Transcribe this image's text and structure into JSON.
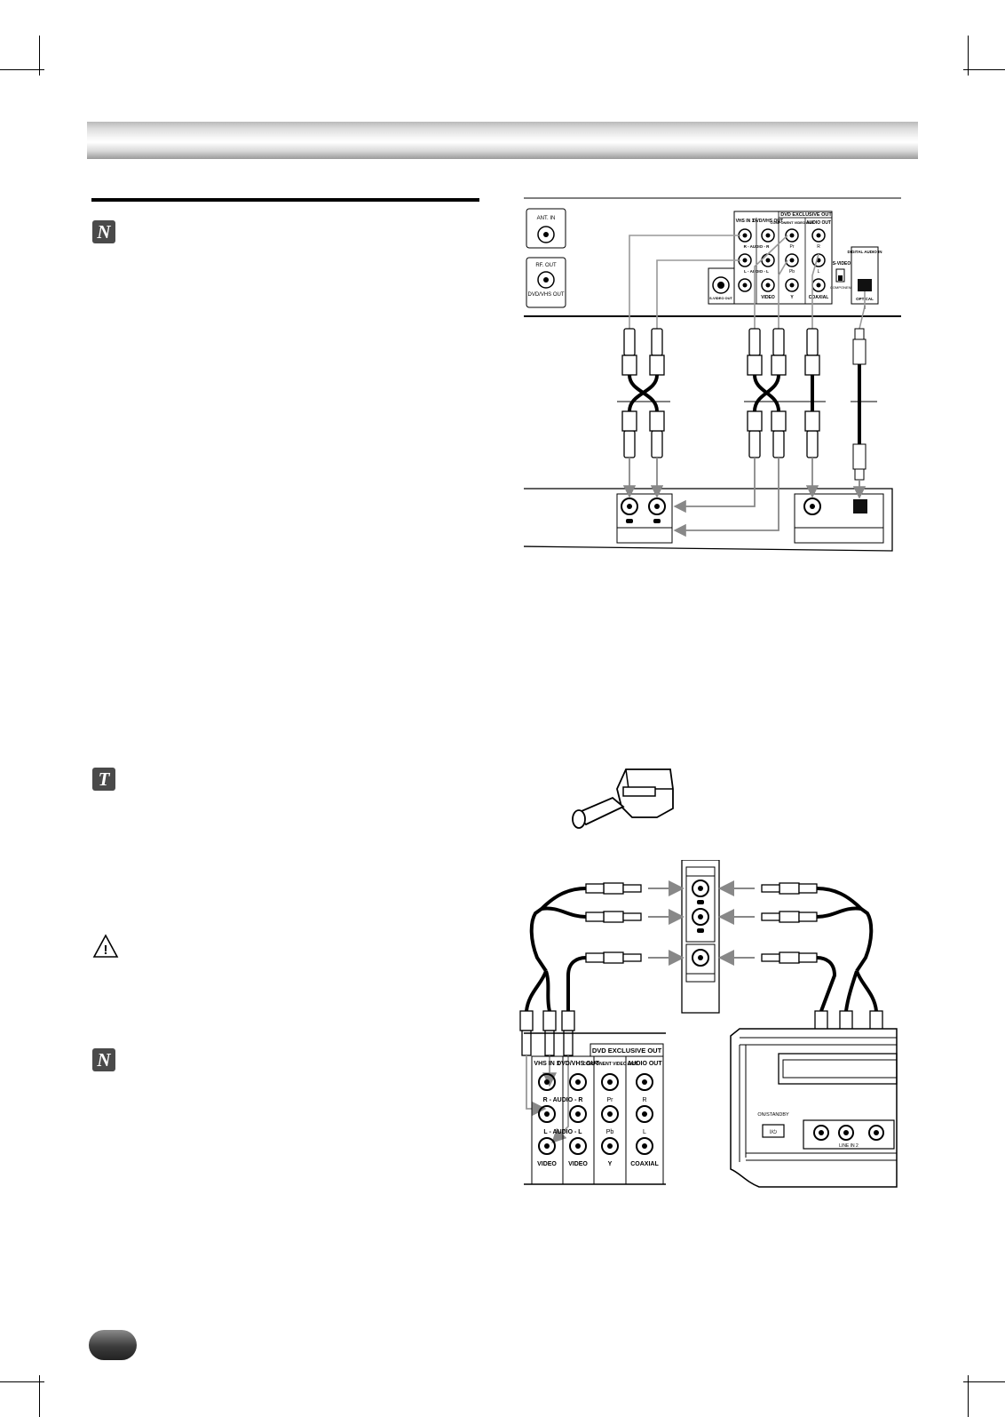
{
  "icons": {
    "note_top": {
      "name": "note-icon",
      "glyph": "N"
    },
    "tip": {
      "name": "tip-icon",
      "glyph": "T"
    },
    "caution": {
      "name": "warning-triangle-icon",
      "glyph": "!"
    },
    "note_bottom": {
      "name": "note-icon",
      "glyph": "N"
    }
  },
  "diagram_top": {
    "jacks": {
      "ant_in": "ANT. IN",
      "rf_out": "RF. OUT",
      "dvd_vhs_out_rf": "DVD/VHS OUT",
      "dvd_exclusive_out": "DVD EXCLUSIVE OUT",
      "vhs_in1": "VHS IN 1",
      "dvd_vhs_out": "DVD/VHS OUT",
      "component_video_out": "COMPONENT VIDEO OUT",
      "audio_out": "AUDIO OUT",
      "r_audio_r": "R - AUDIO - R",
      "l_audio_l": "L - AUDIO - L",
      "s_video_out": "S-VIDEO OUT",
      "video": "VIDEO",
      "pr": "Pr",
      "pb": "Pb",
      "y": "Y",
      "r": "R",
      "l": "L",
      "coaxial": "COAXIAL",
      "s_video": "S-VIDEO",
      "component": "COMPONENT",
      "digital_audio_in": "DIGITAL AUDIO IN",
      "optical": "OPTICAL"
    }
  },
  "diagram_bottom": {
    "dvd_exclusive_out": "DVD EXCLUSIVE OUT",
    "vhs_in1": "VHS IN 1",
    "dvd_vhs_out": "DVD/VHS OUT",
    "component_video_out": "COMPONENT VIDEO OUT",
    "audio_out": "AUDIO OUT",
    "r_audio_r": "R - AUDIO - R",
    "pr": "Pr",
    "r": "R",
    "l_audio_l": "L - AUDIO - L",
    "pb": "Pb",
    "l": "L",
    "video1": "VIDEO",
    "video2": "VIDEO",
    "y": "Y",
    "coaxial": "COAXIAL",
    "on_standby": "ON/STANDBY",
    "power_glyph": "I/⏻",
    "line_in_2": "LINE IN 2"
  }
}
